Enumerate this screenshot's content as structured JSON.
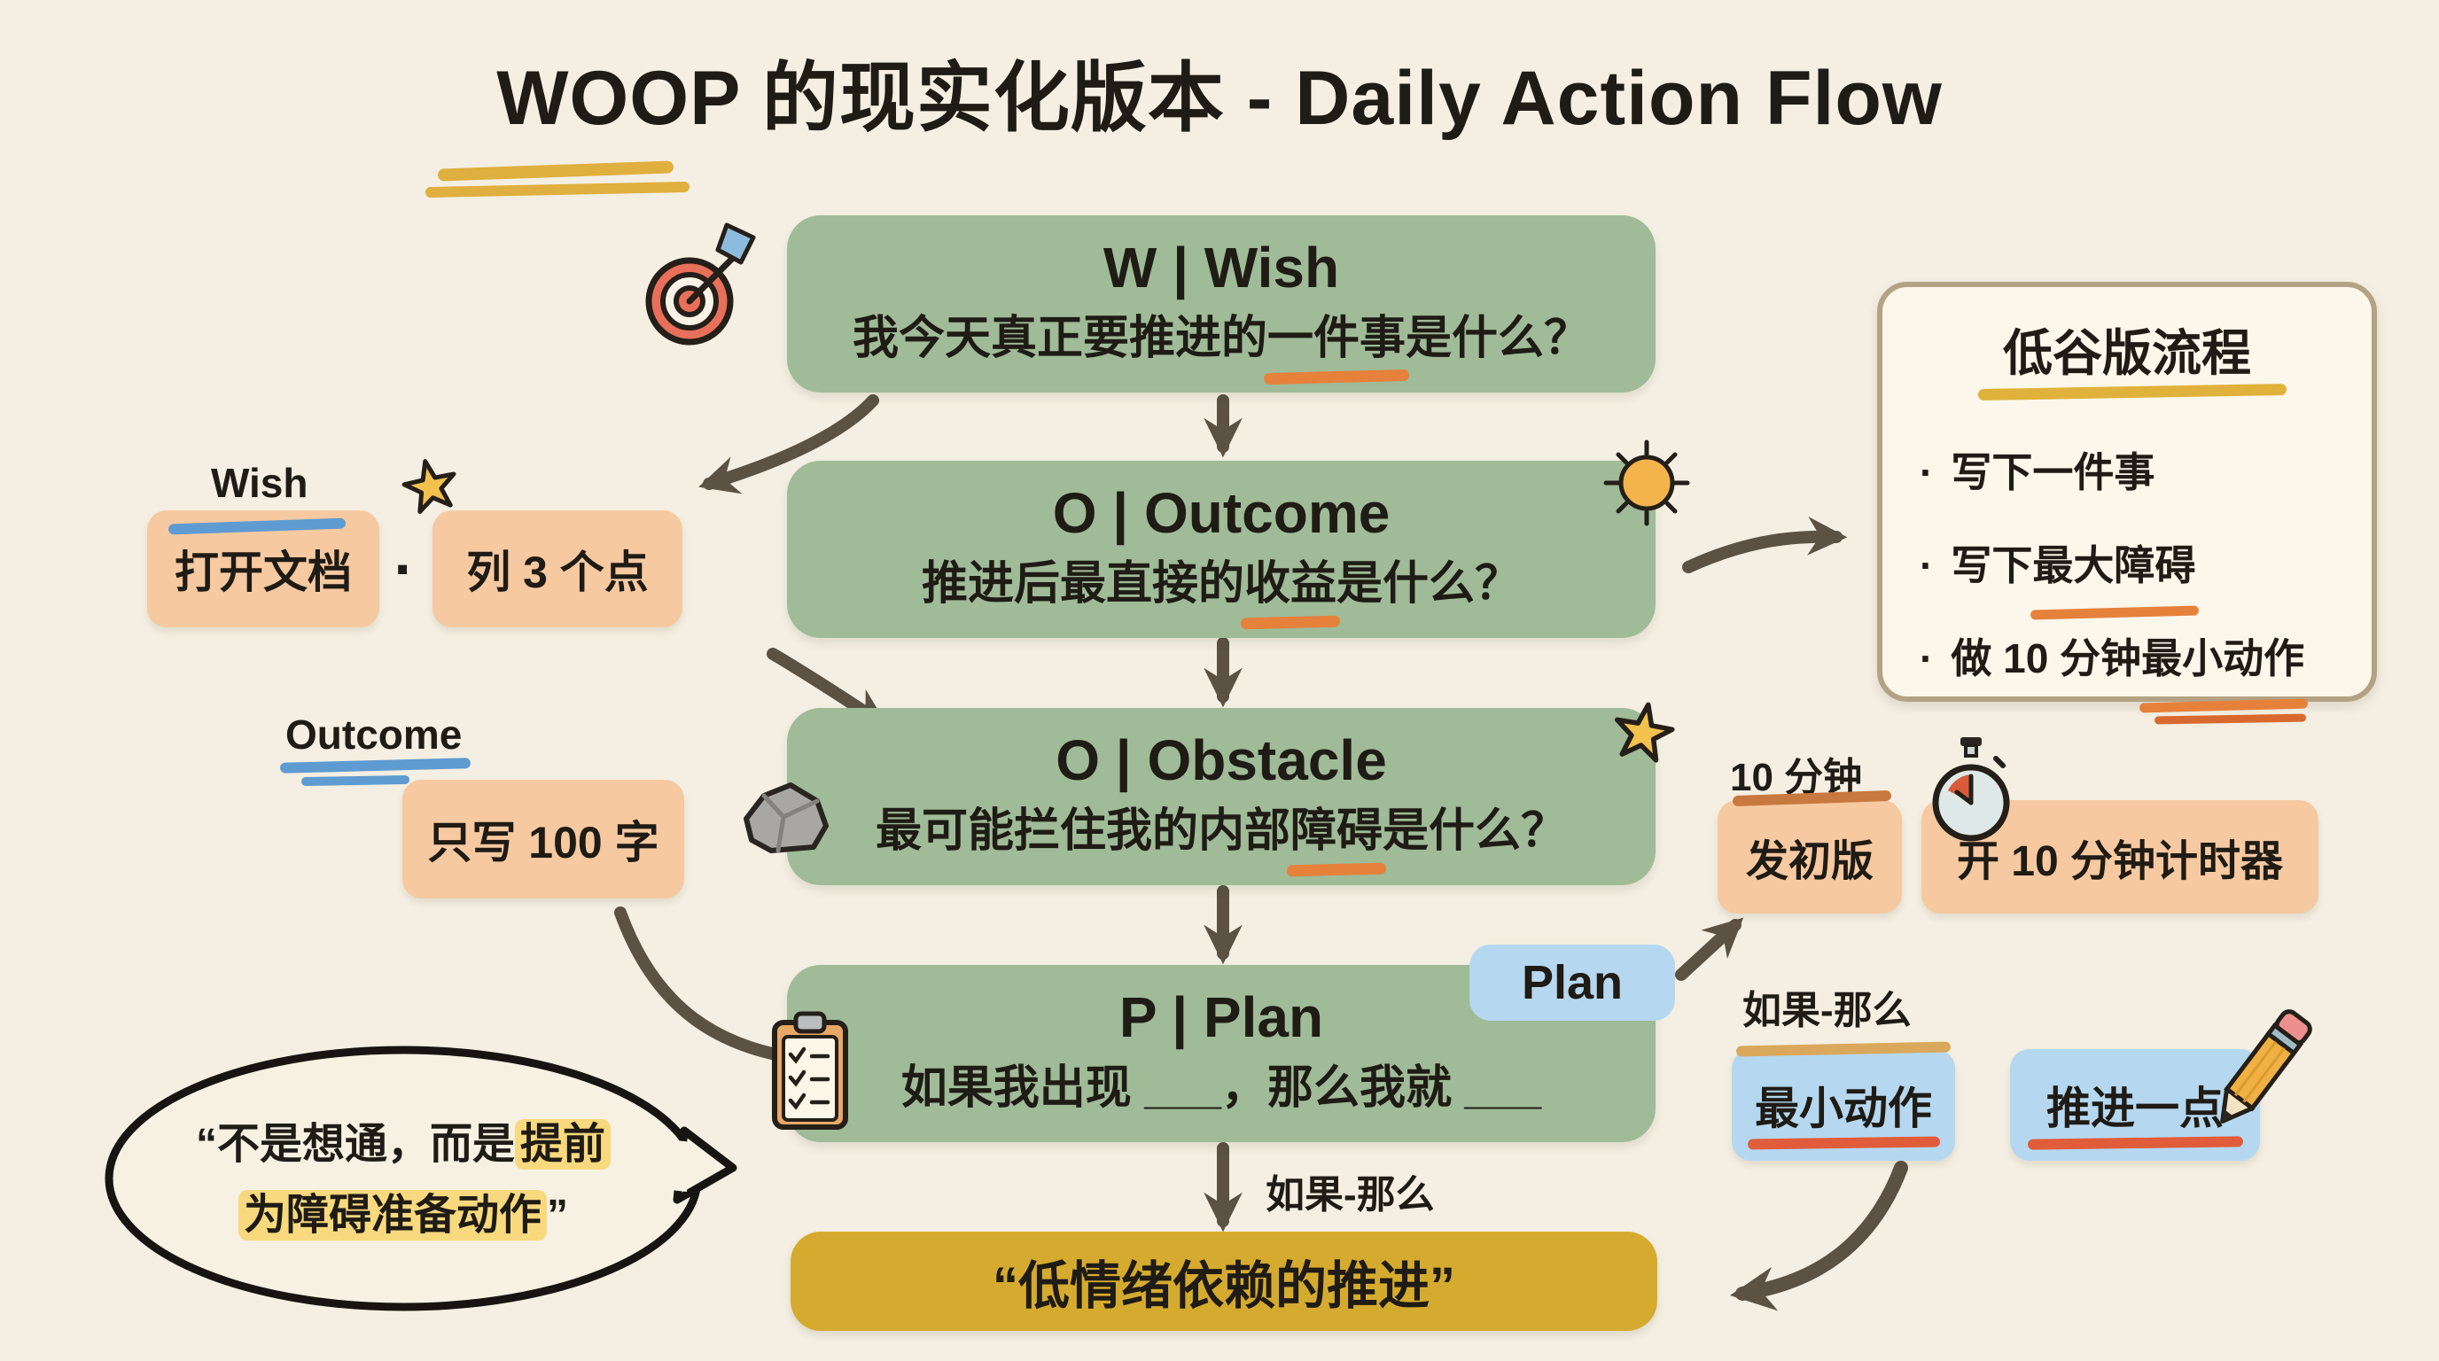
{
  "title": {
    "text": "WOOP 的现实化版本 - Daily Action Flow"
  },
  "flow": {
    "wish": {
      "heading": "W | Wish",
      "q_pre": "我今天真正要推进的",
      "q_hl": "一件事",
      "q_post": "是什么？"
    },
    "outcome": {
      "heading": "O | Outcome",
      "q_pre": "推进后最直接的",
      "q_hl": "收益",
      "q_post": "是什么？"
    },
    "obstacle": {
      "heading": "O | Obstacle",
      "q_pre": "最可能拦住我的内部",
      "q_hl": "障碍",
      "q_post": "是什么？"
    },
    "plan": {
      "heading": "P | Plan",
      "q_pre": "如果我出现 ___，那么我就 ___"
    }
  },
  "result": {
    "text": "“低情绪依赖的推进”"
  },
  "plan_tag": {
    "label": "Plan"
  },
  "labels": {
    "if_then_bottom": "如果-那么"
  },
  "left": {
    "wish_label": "Wish",
    "action_open": "打开文档",
    "separator": "·",
    "action_list": "列 3 个点",
    "outcome_label": "Outcome",
    "action_write": "只写 100 字"
  },
  "bubble": {
    "line1_pre": "“不是想通，而是",
    "line1_hl": "提前",
    "line2_hl": "为障碍准备动作",
    "line2_post": "”"
  },
  "panel": {
    "title": "低谷版流程",
    "bullets": [
      {
        "pre": "写下一件事",
        "hl": ""
      },
      {
        "pre": "写下",
        "hl": "最大障碍"
      },
      {
        "pre": "做 10 分钟",
        "hl": "最小动作"
      }
    ]
  },
  "right": {
    "ten_min_label": "10 分钟",
    "box_draft": "发初版",
    "box_timer": "开 10 分钟计时器",
    "if_then_label": "如果-那么",
    "box_min_action": "最小动作",
    "box_push": "推进一点"
  },
  "icons": {
    "target": "target-icon",
    "star": "star-icon",
    "sun": "sun-icon",
    "rock": "rock-icon",
    "clipboard": "clipboard-icon",
    "stopwatch": "stopwatch-icon",
    "pencil": "pencil-icon"
  },
  "colors": {
    "background": "#F4EFE2",
    "green_box": "#9FBB97",
    "peach_box": "#F6C9A1",
    "blue_box": "#B5D8F0",
    "gold_box": "#D5AB2F",
    "arrow": "#5B5244",
    "ink": "#1F1B15",
    "underline_orange": "#E5813B",
    "underline_red": "#E05C3A",
    "underline_blue": "#5E9BD0",
    "highlight_yellow": "#F8D97E",
    "title_underline": "#DFAF3F",
    "panel_border": "#B3A283",
    "panel_bg": "#FBF7EA"
  }
}
